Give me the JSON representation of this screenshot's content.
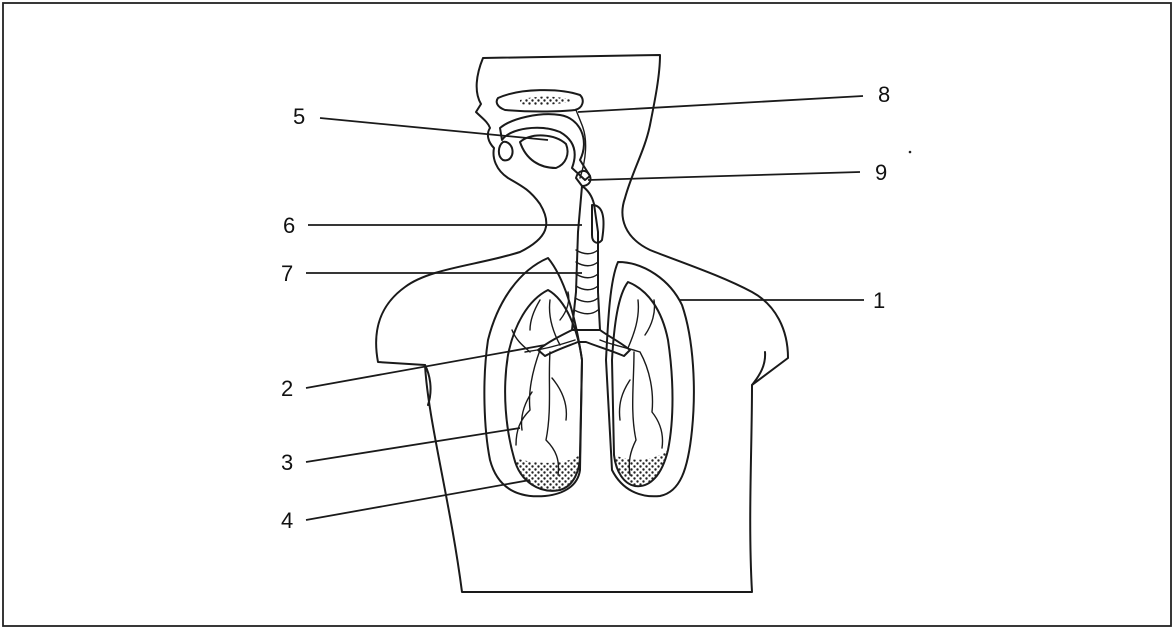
{
  "figure": {
    "labels": [
      {
        "id": "label-1",
        "text": "1"
      },
      {
        "id": "label-2",
        "text": "2"
      },
      {
        "id": "label-3",
        "text": "3"
      },
      {
        "id": "label-4",
        "text": "4"
      },
      {
        "id": "label-5",
        "text": "5"
      },
      {
        "id": "label-6",
        "text": "6"
      },
      {
        "id": "label-7",
        "text": "7"
      },
      {
        "id": "label-8",
        "text": "8"
      },
      {
        "id": "label-9",
        "text": "9"
      }
    ]
  }
}
